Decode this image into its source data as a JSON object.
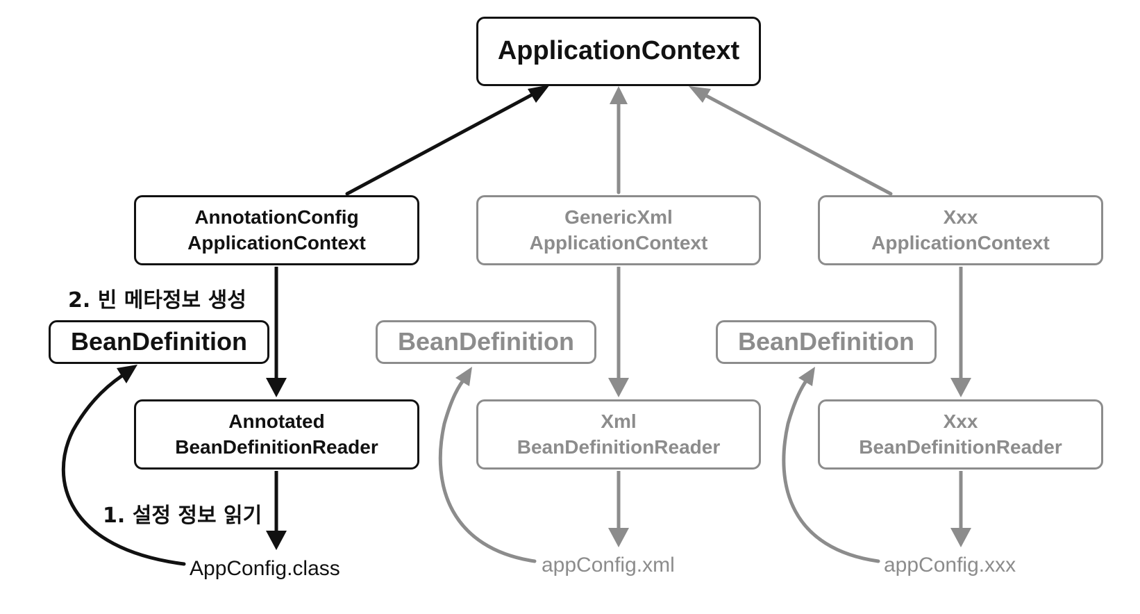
{
  "colors": {
    "primary": "#111111",
    "secondary": "#8c8c8c"
  },
  "top": {
    "title": "ApplicationContext"
  },
  "columns": [
    {
      "context_lines": [
        "AnnotationConfig",
        "ApplicationContext"
      ],
      "definition": "BeanDefinition",
      "reader_lines": [
        "Annotated",
        "BeanDefinitionReader"
      ],
      "source": "AppConfig.class",
      "step_create": "2. 빈 메타정보 생성",
      "step_read": "1. 설정 정보 읽기"
    },
    {
      "context_lines": [
        "GenericXml",
        "ApplicationContext"
      ],
      "definition": "BeanDefinition",
      "reader_lines": [
        "Xml",
        "BeanDefinitionReader"
      ],
      "source": "appConfig.xml"
    },
    {
      "context_lines": [
        "Xxx",
        "ApplicationContext"
      ],
      "definition": "BeanDefinition",
      "reader_lines": [
        "Xxx",
        "BeanDefinitionReader"
      ],
      "source": "appConfig.xxx"
    }
  ]
}
